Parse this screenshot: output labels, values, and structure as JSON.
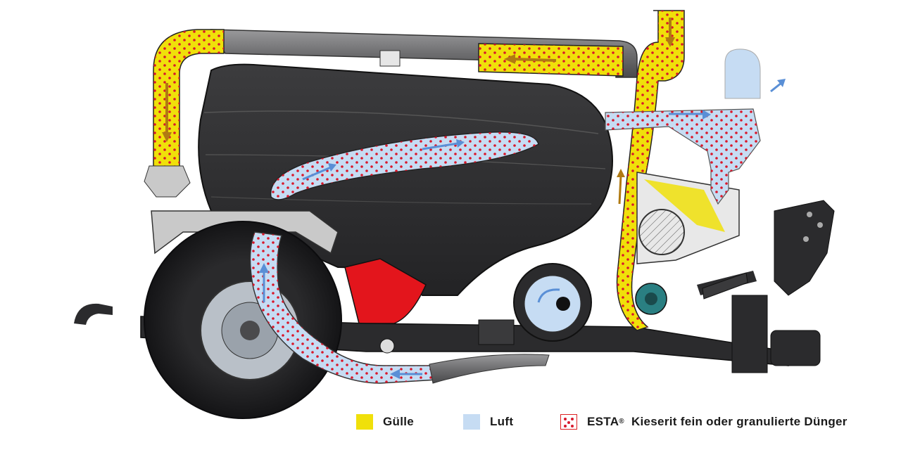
{
  "legend": {
    "items": [
      {
        "key": "guelle",
        "label": "Gülle",
        "color": "#f0e00a"
      },
      {
        "key": "luft",
        "label": "Luft",
        "color": "#c6dcf3"
      },
      {
        "key": "esta",
        "brand": "ESTA",
        "brand_mark": "®",
        "label": "Kieserit fein oder granulierte Dünger",
        "color": "#d8182b"
      }
    ]
  },
  "colors": {
    "body_dark": "#2b2b2d",
    "body_mid": "#3a3a3c",
    "pipe_gray": "#7a7a7c",
    "frame_light": "#c9c9c9",
    "red_part": "#e3151c",
    "arrow_brown": "#b07a12",
    "arrow_blue": "#5a8fd6"
  }
}
